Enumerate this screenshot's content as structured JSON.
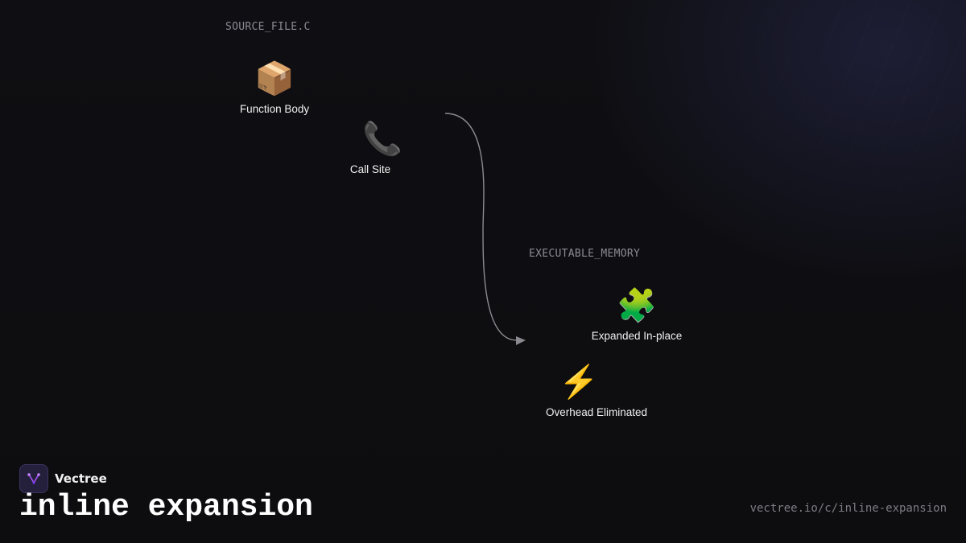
{
  "groups": {
    "source": "SOURCE_FILE.C",
    "executable": "EXECUTABLE_MEMORY"
  },
  "nodes": {
    "function_body": {
      "icon": "📦",
      "icon_name": "package-icon",
      "label": "Function Body"
    },
    "call_site": {
      "icon": "📞",
      "icon_name": "telephone-icon",
      "label": "Call Site"
    },
    "expanded": {
      "icon": "🧩",
      "icon_name": "puzzle-piece-icon",
      "label": "Expanded In-place"
    },
    "overhead": {
      "icon": "⚡",
      "icon_name": "lightning-icon",
      "label": "Overhead Eliminated"
    }
  },
  "footer": {
    "brand": "Vectree",
    "title": "inline expansion",
    "url": "vectree.io/c/inline-expansion"
  },
  "colors": {
    "background": "#0f0f13",
    "edge": "#8a8a90",
    "logo_accent": "#a855f7"
  }
}
